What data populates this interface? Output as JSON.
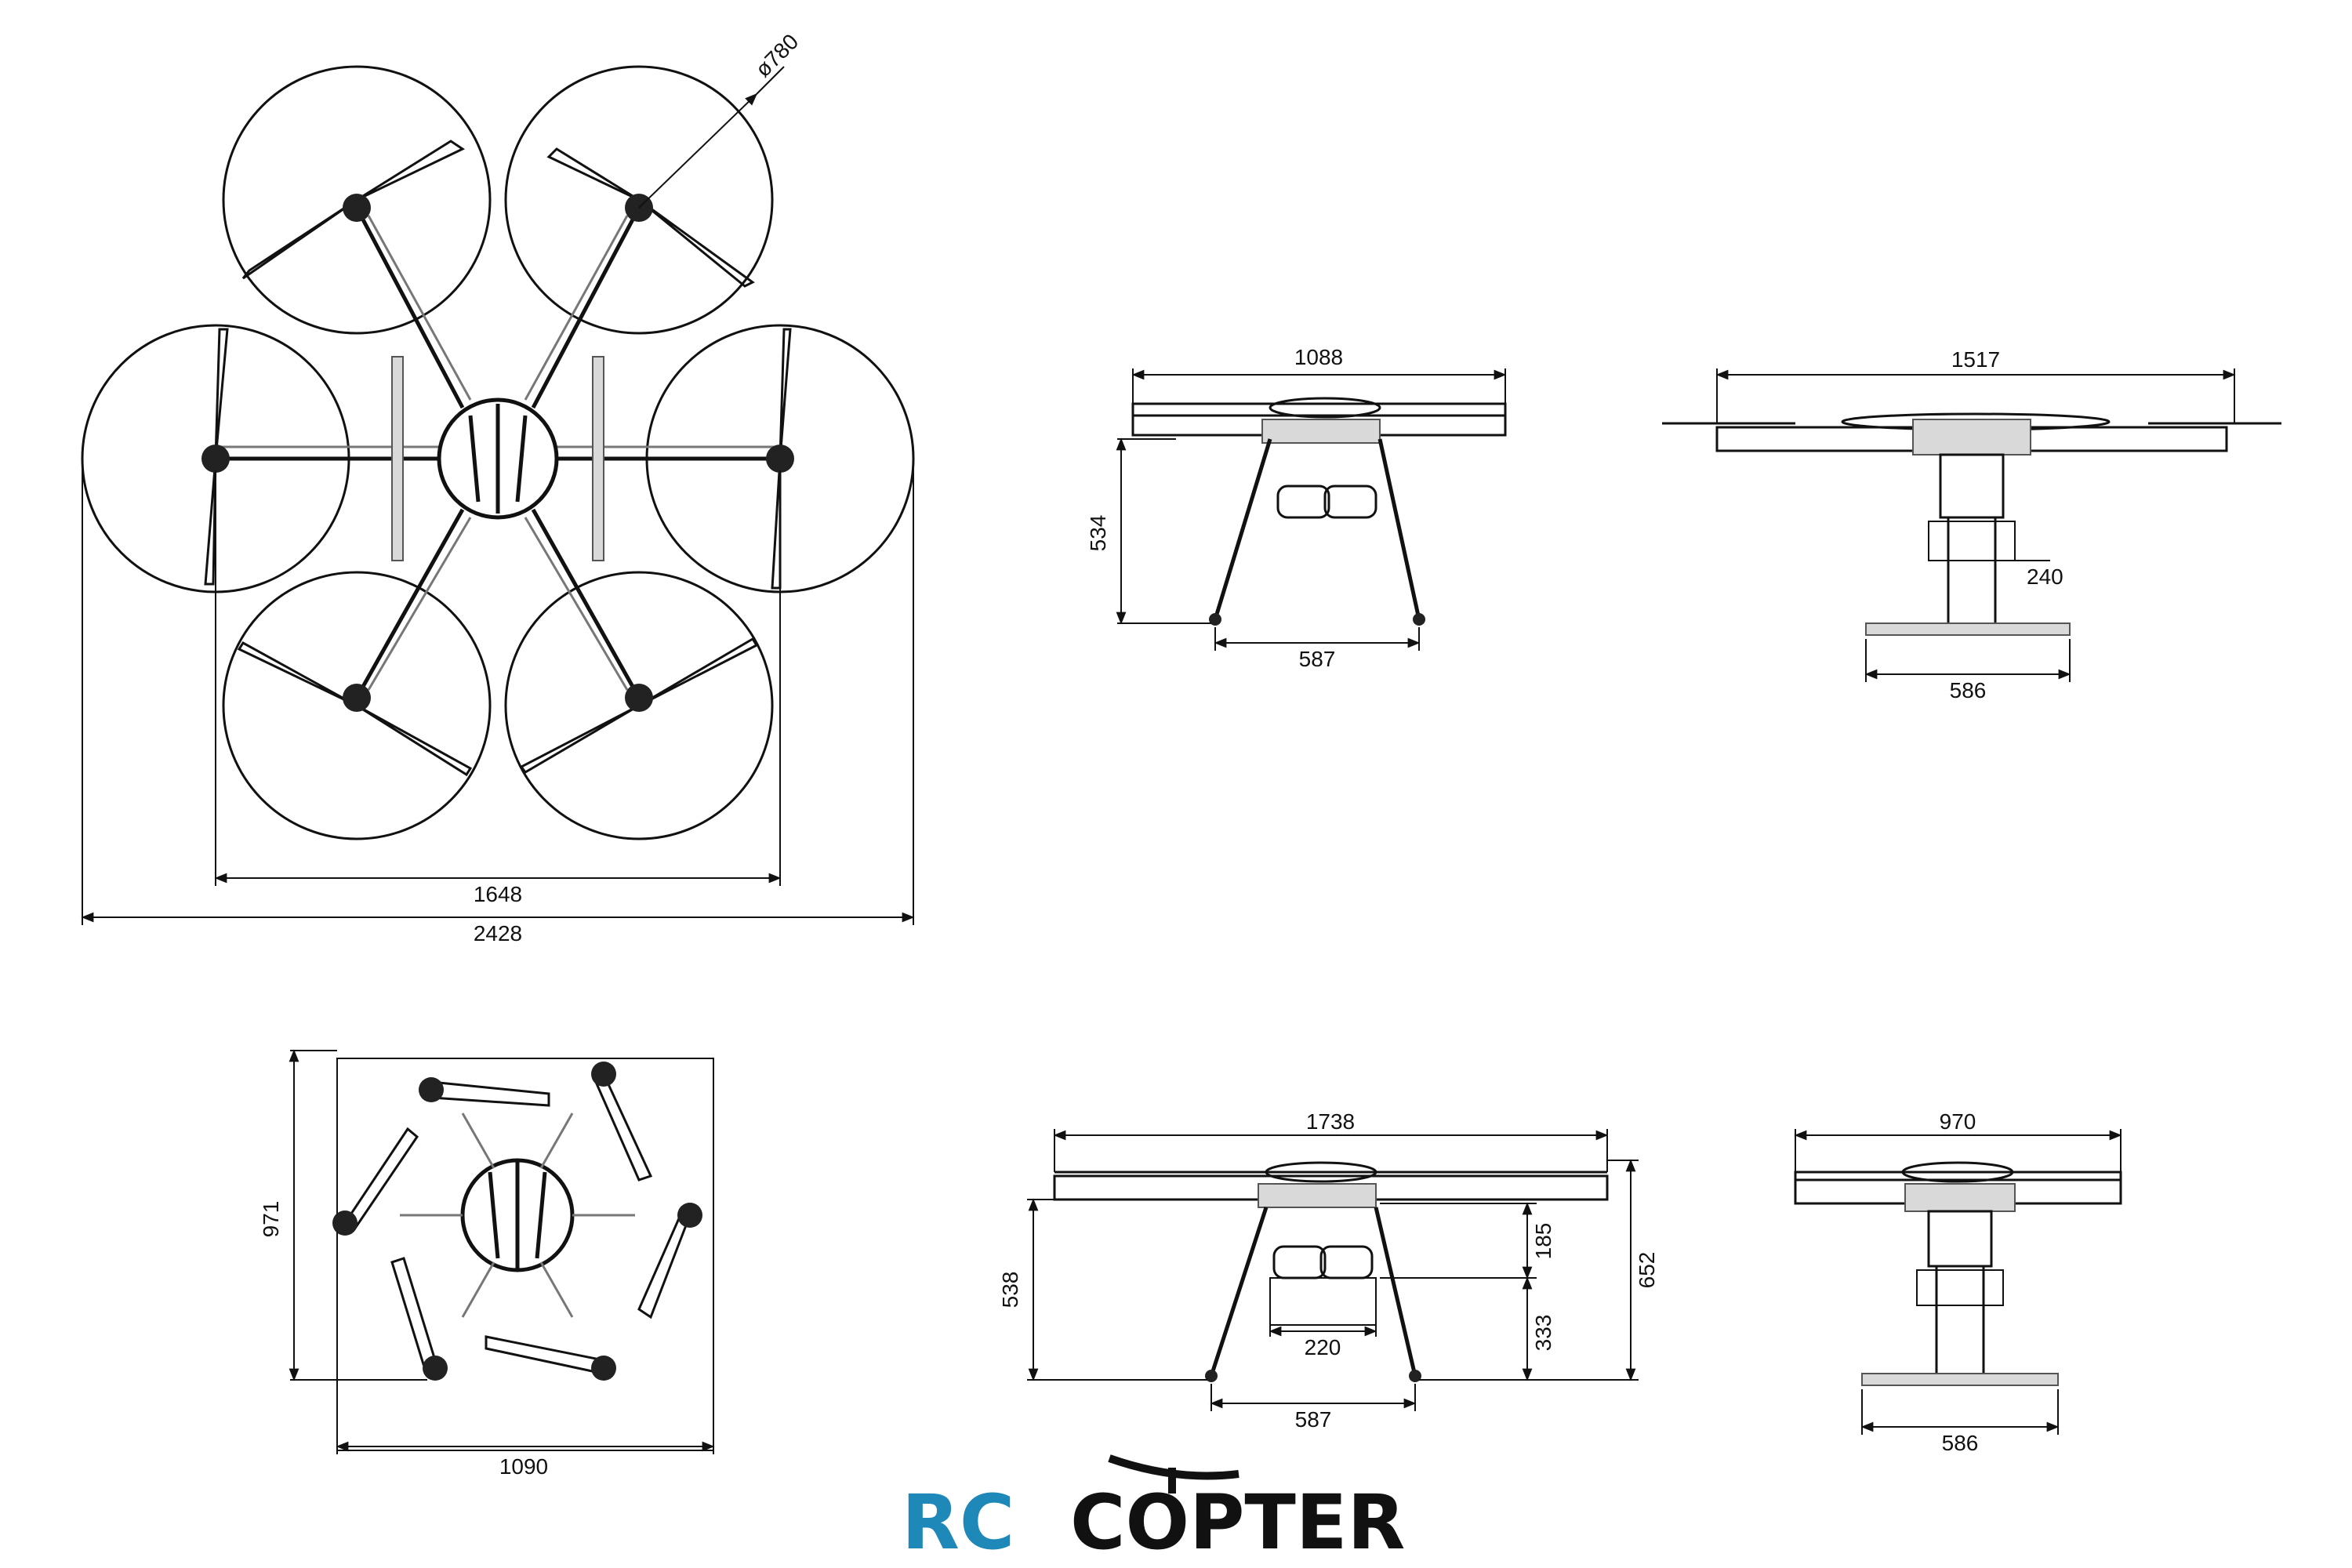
{
  "top_view": {
    "prop_diameter": "ø780",
    "span_motor": "1648",
    "span_overall": "2428"
  },
  "side_view_a": {
    "width": "1088",
    "height": "534",
    "gear_width": "587"
  },
  "front_view_a": {
    "width": "1517",
    "tank_width": "240",
    "skid_width": "586"
  },
  "folded_view": {
    "height": "971",
    "width": "1090"
  },
  "side_view_b": {
    "width": "1738",
    "height_left": "538",
    "tank_width": "220",
    "gear_width": "587",
    "arm_drop": "185",
    "tank_height": "333",
    "height_total": "652"
  },
  "front_view_b": {
    "width": "970",
    "skid_width": "586"
  },
  "logo": {
    "part1": "RC",
    "part2": "COPTER",
    "accent": "#1e88b8"
  }
}
